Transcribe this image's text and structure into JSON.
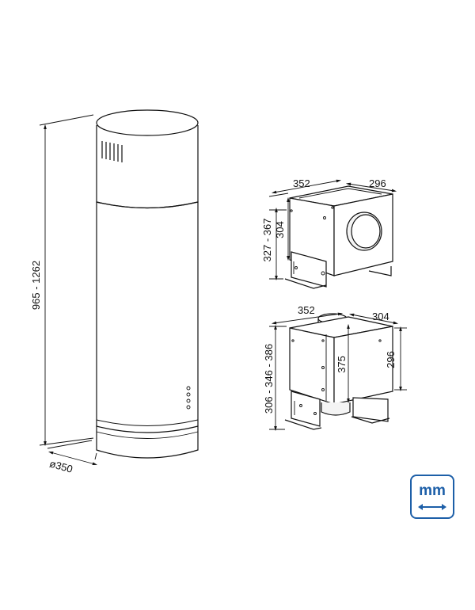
{
  "colors": {
    "line": "#111111",
    "accent": "#1d5fa8"
  },
  "hood": {
    "height_label": "965 - 1262",
    "diameter_label": "ø350"
  },
  "motor_top": {
    "width_label": "352",
    "depth_label": "296",
    "height_range_label": "327 - 367",
    "height_label": "304"
  },
  "motor_bottom": {
    "width_label": "352",
    "depth_label": "304",
    "height_range_label": "306 - 346 - 386",
    "inner_height_label": "375",
    "height_label": "296"
  },
  "unit_badge": {
    "label": "mm",
    "icon": "double-arrow-icon"
  }
}
